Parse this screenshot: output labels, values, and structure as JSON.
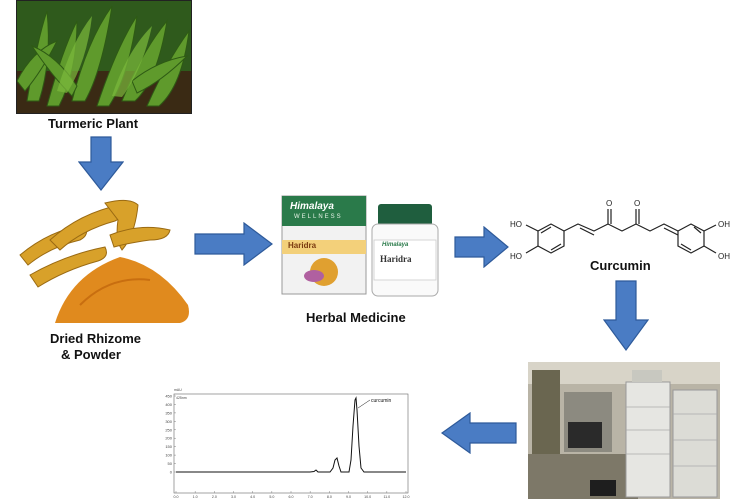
{
  "labels": {
    "plant": "Turmeric Plant",
    "rhizome_line1": "Dried Rhizome",
    "rhizome_line2": "& Powder",
    "medicine": "Herbal Medicine",
    "curcumin": "Curcumin"
  },
  "product": {
    "brand": "Himalaya",
    "brand_sub": "WELLNESS",
    "box_name": "Haridra",
    "bottle_name": "Haridra"
  },
  "molecule": {
    "oh_labels": [
      "HO",
      "HO",
      "OH",
      "OH"
    ],
    "o_labels": [
      "O",
      "O"
    ]
  },
  "chromatogram": {
    "peak_label": "curcumin",
    "y_header": [
      "mAU",
      "425nm"
    ],
    "y_ticks": [
      "0",
      "50",
      "100",
      "150",
      "200",
      "250",
      "300",
      "350",
      "400",
      "450"
    ],
    "x_ticks": [
      "0.0",
      "1.0",
      "2.0",
      "3.0",
      "4.0",
      "5.0",
      "6.0",
      "7.0",
      "8.0",
      "9.0",
      "10.0",
      "11.0",
      "12.0"
    ]
  },
  "colors": {
    "arrow_fill": "#4a7cc4",
    "arrow_stroke": "#2e5a9a",
    "turmeric": "#e08a1e"
  }
}
